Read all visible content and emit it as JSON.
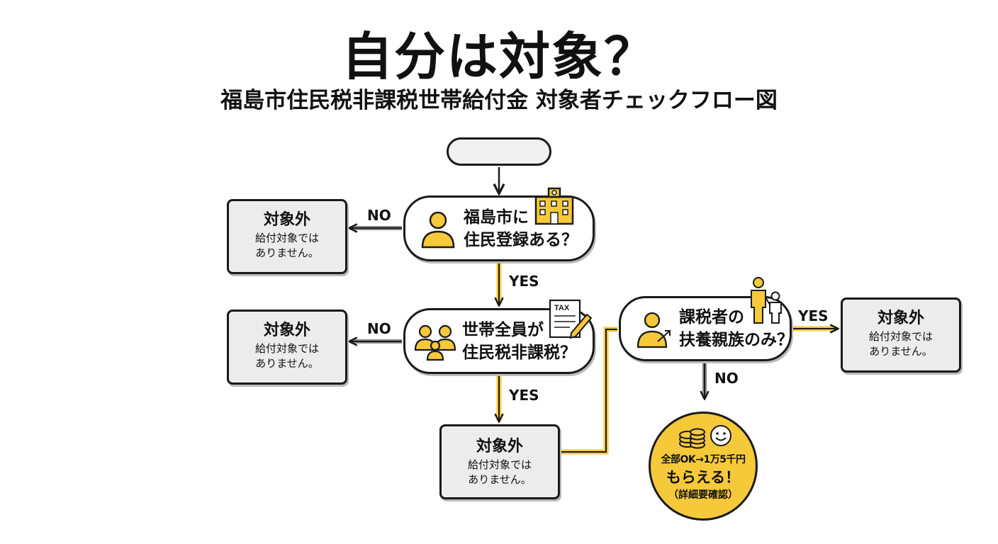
{
  "title": "自分は対象？",
  "subtitle": "福島市住民税非課税世帯給付金 対象者チェックフロー図",
  "start": {
    "label": ""
  },
  "questions": [
    {
      "line1": "福島市に",
      "line2": "住民登録ある？",
      "icon": "person-icon",
      "side_icon": "city-hall-icon"
    },
    {
      "line1": "世帯全員が",
      "line2": "住民税非課税？",
      "icon": "family-icon",
      "side_icon": "tax-form-icon"
    },
    {
      "line1": "課税者の",
      "line2": "扶養親族のみ？",
      "icon": "person-arrow-icon",
      "side_icon": "parent-child-icon"
    }
  ],
  "outcomes": [
    {
      "heading": "対象外",
      "line1": "給付対象では",
      "line2": "ありません。"
    },
    {
      "heading": "対象外",
      "line1": "給付対象では",
      "line2": "ありません。"
    },
    {
      "heading": "対象外",
      "line1": "給付対象では",
      "line2": "ありません。"
    },
    {
      "heading": "対象外",
      "line1": "給付対象では",
      "line2": "ありません。"
    }
  ],
  "result": {
    "line1": "全部OK→1万5千円",
    "line2": "もらえる！",
    "line3": "（詳細要確認）",
    "icons": [
      "coins-icon",
      "smiley-icon"
    ]
  },
  "labels": {
    "yes": "YES",
    "no": "NO"
  },
  "colors": {
    "accent": "#f5c93a",
    "line": "#1a1a1a",
    "box_fill": "#ececec"
  }
}
